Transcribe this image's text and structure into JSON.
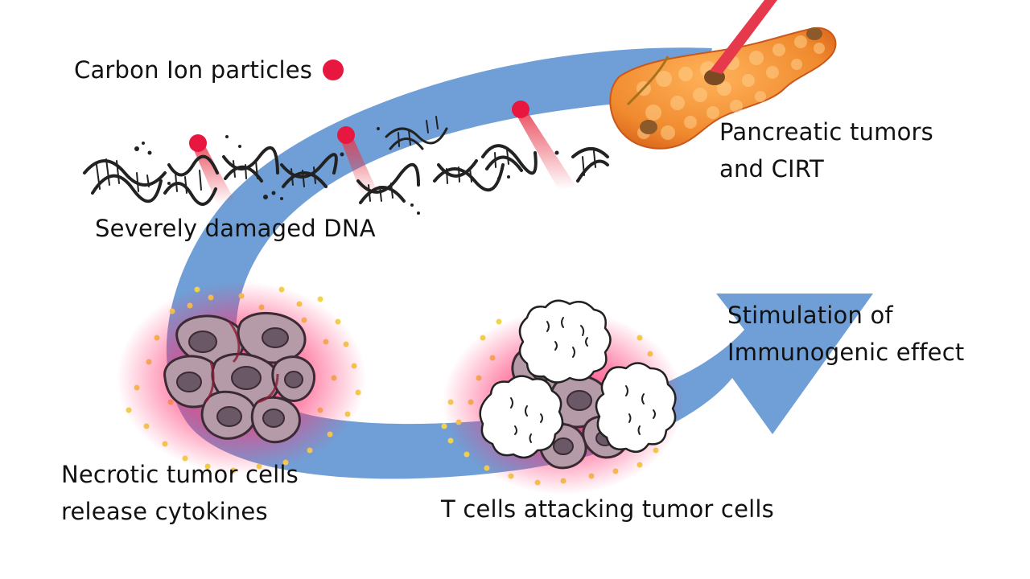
{
  "labels": {
    "carbon_ion": "Carbon Ion particles",
    "pancreatic": [
      "Pancreatic tumors",
      "and CIRT"
    ],
    "damaged_dna": "Severely damaged DNA",
    "stimulation": [
      "Stimulation of",
      "Immunogenic effect"
    ],
    "necrotic": [
      "Necrotic tumor cells",
      "release cytokines"
    ],
    "t_cells": "T cells attacking tumor cells"
  },
  "colors": {
    "arrow": "#6f9fd6",
    "particle": "#e8173f",
    "beam": "#e63a4c",
    "tumor": "#f08a2e",
    "tumor_dark": "#d8601a",
    "cytokine": "#f2d34a",
    "glow": "#ff2f6e",
    "cell": "#b59aa8",
    "cell_outline": "#3b2a33",
    "cell_membrane": "#8a1b33",
    "tcell": "#ffffff",
    "dna": "#222222"
  },
  "icons": {
    "particle": "carbon-ion-particle-icon",
    "dna": "dna-helix-icon",
    "pancreas": "pancreas-icon",
    "tumor_cells": "tumor-cell-icon",
    "t_cell": "t-cell-icon"
  }
}
